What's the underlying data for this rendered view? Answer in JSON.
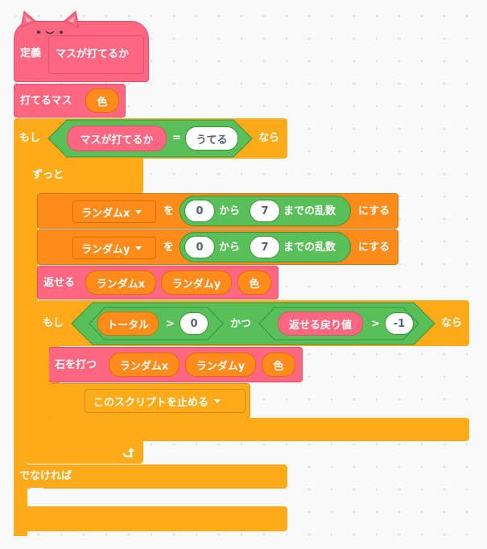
{
  "define_block": {
    "keyword": "定義",
    "name": "マスが打てるか"
  },
  "call_block": {
    "label": "打てるマス",
    "arg": "色"
  },
  "if_outer": {
    "if_label": "もし",
    "lhs": "マスが打てるか",
    "operator": "=",
    "rhs": "うてる",
    "then_label": "なら",
    "else_label": "でなければ"
  },
  "forever": {
    "label": "ずっと"
  },
  "set_x": {
    "variable": "ランダムx",
    "to_label": "を",
    "from": "0",
    "from_label": "から",
    "to": "7",
    "random_label": "までの乱数",
    "suffix": "にする"
  },
  "set_y": {
    "variable": "ランダムy",
    "to_label": "を",
    "from": "0",
    "from_label": "から",
    "to": "7",
    "random_label": "までの乱数",
    "suffix": "にする"
  },
  "flip_block": {
    "label": "返せる",
    "args": [
      "ランダムx",
      "ランダムy",
      "色"
    ]
  },
  "if_inner": {
    "if_label": "もし",
    "left_reporter": "トータル",
    "left_op": ">",
    "left_value": "0",
    "and_label": "かつ",
    "right_reporter": "返せる戻り値",
    "right_op": ">",
    "right_value": "-1",
    "then_label": "なら"
  },
  "place_block": {
    "label": "石を打つ",
    "args": [
      "ランダムx",
      "ランダムy",
      "色"
    ]
  },
  "stop_block": {
    "option": "このスクリプトを止める"
  },
  "icons": {
    "loop_arrow": "loop-arrow-icon",
    "cat_face": "cat-face-icon",
    "dropdown": "chevron-down-icon"
  },
  "colors": {
    "custom_block": "#ff6680",
    "control": "#ffab19",
    "variables": "#ff8c1a",
    "operators": "#59c059",
    "operators_border": "#389438",
    "workspace": "#f9f9f9"
  }
}
